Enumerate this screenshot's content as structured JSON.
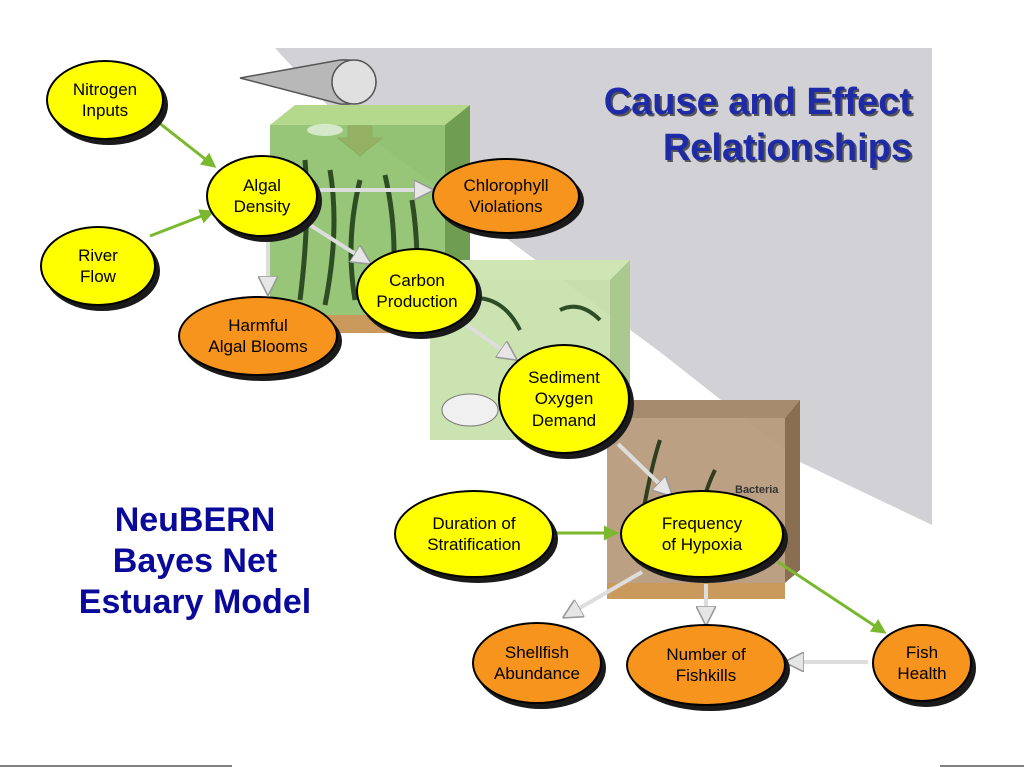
{
  "title": [
    "Cause and Effect",
    "Relationships"
  ],
  "subtitle": [
    "NeuBERN",
    "Bayes Net",
    "Estuary Model"
  ],
  "diagram_label": "Bacteria",
  "colors": {
    "title": "#1f2aa6",
    "subtitle": "#0a0a9a",
    "yellow_node": "#ffff00",
    "orange_node": "#f7941d",
    "green_arrow": "#7ab82e",
    "gray_arrow": "#dddddd",
    "backdrop": "#d2d2d6"
  },
  "nodes": {
    "nitrogen_inputs": "Nitrogen\nInputs",
    "algal_density": "Algal\nDensity",
    "river_flow": "River\nFlow",
    "chlorophyll_violations": "Chlorophyll\nViolations",
    "carbon_production": "Carbon\nProduction",
    "harmful_algal_blooms": "Harmful\nAlgal Blooms",
    "sediment_oxygen_demand": "Sediment\nOxygen\nDemand",
    "duration_of_stratification": "Duration of\nStratification",
    "frequency_of_hypoxia": "Frequency\nof Hypoxia",
    "shellfish_abundance": "Shellfish\nAbundance",
    "number_of_fishkills": "Number of\nFishkills",
    "fish_health": "Fish\nHealth"
  }
}
